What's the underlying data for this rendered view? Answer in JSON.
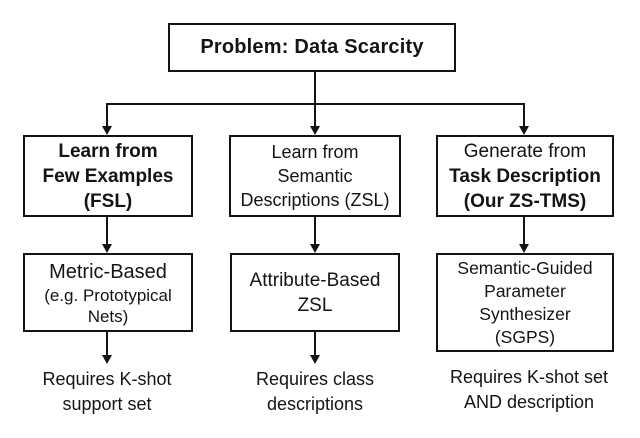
{
  "diagram": {
    "title_box": {
      "label": "Problem: Data Scarcity"
    },
    "columns": [
      {
        "id": "fsl",
        "approach_lines": [
          "Learn from",
          "Few Examples",
          "(FSL)"
        ],
        "method_lines": [
          "Metric-Based",
          "(e.g. Prototypical",
          "Nets)"
        ],
        "requirement_lines": [
          "Requires K-shot",
          "support set"
        ],
        "arrow_to_requirement": true
      },
      {
        "id": "zsl",
        "approach_lines": [
          "Learn from",
          "Semantic",
          "Descriptions (ZSL)"
        ],
        "method_lines": [
          "Attribute-Based",
          "ZSL"
        ],
        "requirement_lines": [
          "Requires class",
          "descriptions"
        ],
        "arrow_to_requirement": true
      },
      {
        "id": "zstms",
        "approach_lines": [
          "Generate from",
          "Task Description",
          "(Our ZS-TMS)"
        ],
        "method_lines": [
          "Semantic-Guided",
          "Parameter",
          "Synthesizer",
          "(SGPS)"
        ],
        "requirement_lines": [
          "Requires K-shot set",
          "AND description"
        ],
        "arrow_to_requirement": false
      }
    ],
    "colors": {
      "line": "#141414",
      "text": "#141414",
      "background": "#ffffff"
    }
  }
}
